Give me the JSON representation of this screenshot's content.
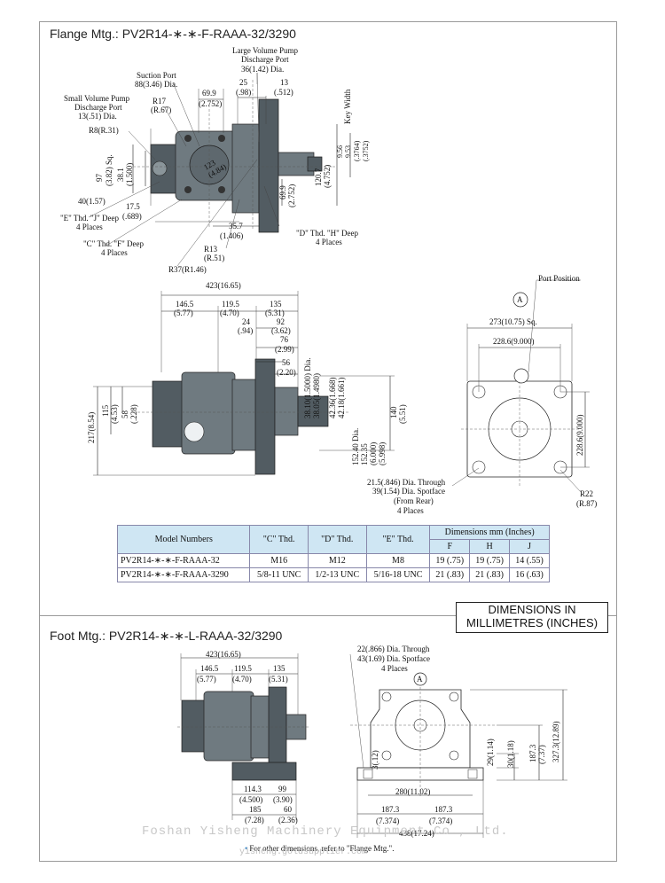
{
  "flange": {
    "title": "Flange Mtg.: PV2R14-∗-∗-F-RAAA-32/3290",
    "top_view_labels": {
      "large_port": "Large Volume Pump",
      "large_port2": "Discharge Port",
      "large_port_dia": "36(1.42) Dia.",
      "suction": "Suction Port",
      "suction_dia": "88(3.46) Dia.",
      "small_port": "Small Volume Pump",
      "small_port2": "Discharge Port",
      "small_port_dia": "13(.51) Dia.",
      "r17": "R17",
      "r17in": "(R.67)",
      "r8": "R8(R.31)",
      "d699": "69.9",
      "d699in": "(2.752)",
      "d25": "25",
      "d25in": "(.98)",
      "d13": "13",
      "d13in": "(.512)",
      "keywidth": "Key Width",
      "d956": "9.56",
      "d953": "9.53",
      "d3764": "(.3764)",
      "d3752": "(.3752)",
      "d97": "97",
      "d97in": "(3.82) Sq.",
      "d381": "38.1",
      "d381in": "(1.500)",
      "d123": "123",
      "d123in": "(4.84)",
      "d1207": "120.7",
      "d1207in": "(4.752)",
      "d699b": "69.9",
      "d699bin": "(2.752)",
      "d40": "40(1.57)",
      "d175": "17.5",
      "d175in": "(.689)",
      "e_thd": "\"E\" Thd. \"J\" Deep",
      "e_places": "4 Places",
      "c_thd": "\"C\" Thd. \"F\" Deep",
      "c_places": "4 Places",
      "d357": "35.7",
      "d357in": "(1.406)",
      "r13": "R13",
      "r13in": "(R.51)",
      "r37": "R37(R1.46)",
      "d_thd": "\"D\" Thd. \"H\" Deep",
      "d_places": "4 Places"
    },
    "side_view_labels": {
      "d423": "423(16.65)",
      "d1465": "146.5",
      "d1465in": "(5.77)",
      "d1195": "119.5",
      "d1195in": "(4.70)",
      "d135": "135",
      "d135in": "(5.31)",
      "d24": "24",
      "d24in": "(.94)",
      "d92": "92",
      "d92in": "(3.62)",
      "d76": "76",
      "d76in": "(2.99)",
      "d56": "56",
      "d56in": "(2.20)",
      "dia1": "38.10(1.5000) Dia.",
      "dia2": "38.05(1.4980)",
      "dia3": "42.36(1.668)",
      "dia4": "42.18(1.661)",
      "dia5": "152.40 Dia.",
      "dia6": "152.35",
      "dia7": "(6.000)",
      "dia8": "(5.998)",
      "d140": "140",
      "d140in": "(5.51)",
      "d115": "115",
      "d115in": "(4.53)",
      "d58": "58",
      "d58in": "(.228)",
      "d217": "217(8.54)"
    },
    "end_view_labels": {
      "port_position": "Port Position",
      "marker": "A",
      "d273": "273(10.75) Sq.",
      "d2286": "228.6(9.000)",
      "d2286v": "228.6(9.000)",
      "through": "21.5(.846) Dia. Through",
      "spotface": "39(1.54) Dia. Spotface",
      "from_rear": "(From Rear)",
      "places": "4 Places",
      "r22": "R22",
      "r22in": "(R.87)"
    },
    "table": {
      "headers": {
        "model": "Model Numbers",
        "c": "\"C\" Thd.",
        "d": "\"D\" Thd.",
        "e": "\"E\" Thd.",
        "dims": "Dimensions mm (Inches)",
        "f": "F",
        "h": "H",
        "j": "J"
      },
      "rows": [
        {
          "model": "PV2R14-∗-∗-F-RAAA-32",
          "c": "M16",
          "d": "M12",
          "e": "M8",
          "f": "19 (.75)",
          "h": "19 (.75)",
          "j": "14 (.55)"
        },
        {
          "model": "PV2R14-∗-∗-F-RAAA-3290",
          "c": "5/8-11 UNC",
          "d": "1/2-13 UNC",
          "e": "5/16-18 UNC",
          "f": "21 (.83)",
          "h": "21 (.83)",
          "j": "16 (.63)"
        }
      ]
    }
  },
  "units_box": {
    "line1": "DIMENSIONS IN",
    "line2": "MILLIMETRES (INCHES)"
  },
  "foot": {
    "title": "Foot Mtg.: PV2R14-∗-∗-L-RAAA-32/3290",
    "side_labels": {
      "d423": "423(16.65)",
      "d1465": "146.5",
      "d1465in": "(5.77)",
      "d1195": "119.5",
      "d1195in": "(4.70)",
      "d135": "135",
      "d135in": "(5.31)",
      "d1143": "114.3",
      "d1143in": "(4.500)",
      "d99": "99",
      "d99in": "(3.90)",
      "d185": "185",
      "d185in": "(7.28)",
      "d60": "60",
      "d60in": "(2.36)"
    },
    "end_labels": {
      "through": "22(.866) Dia. Through",
      "spotface": "43(1.69) Dia. Spotface",
      "places": "4 Places",
      "marker": "A",
      "d3": "3(.12)",
      "d29": "29(1.14)",
      "d30": "30(1.18)",
      "d1873": "187.3",
      "d1873in": "(7.37)",
      "d3273": "327.3(12.89)",
      "d280": "280(11.02)",
      "d1873a": "187.3",
      "d1873ain": "(7.374)",
      "d1873b": "187.3",
      "d1873bin": "(7.374)",
      "d438": "438(17.24)"
    },
    "note": "For other dimensions, refer to \"Flange Mtg.\"."
  },
  "watermark": {
    "line1": "Foshan Yisheng Machinery Equipment Co., Ltd.",
    "line2": "yisheng.goldsupplier.com"
  },
  "colors": {
    "table_header": "#cfe6f3",
    "pump_body": "#6f7a80",
    "frame": "#9a9a9a"
  }
}
